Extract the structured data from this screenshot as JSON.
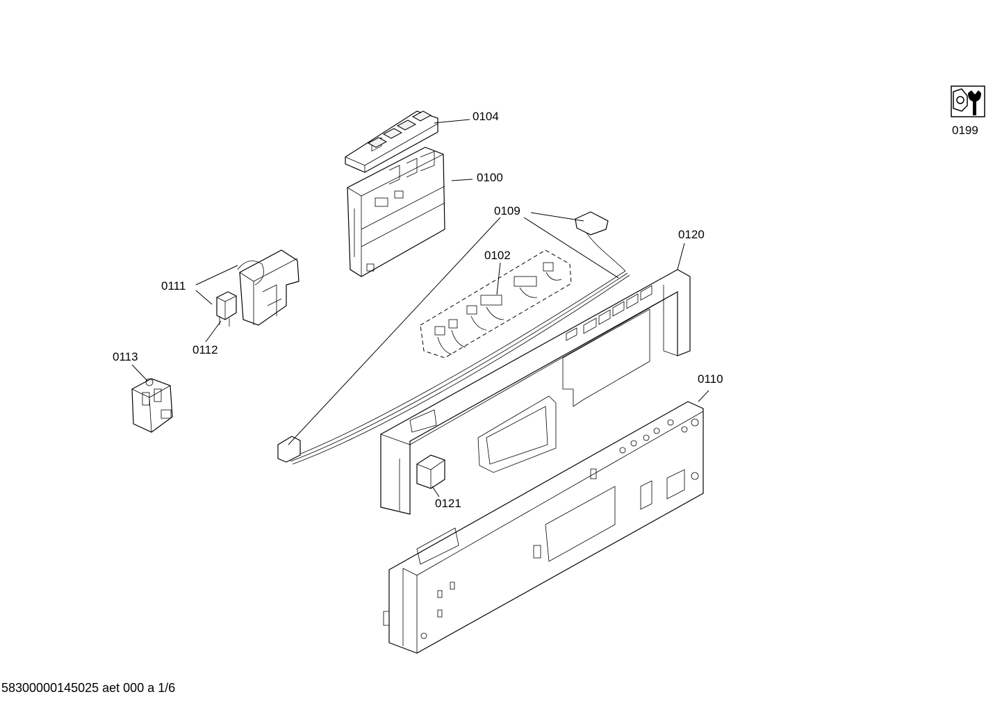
{
  "parts": {
    "p0104": "0104",
    "p0100": "0100",
    "p0109": "0109",
    "p0102": "0102",
    "p0120": "0120",
    "p0111": "0111",
    "p0112": "0112",
    "p0113": "0113",
    "p0110": "0110",
    "p0121": "0121",
    "p0199": "0199"
  },
  "footer": "58300000145025 aet 000 a 1/6",
  "icons": {
    "service": "wrench-nut-icon"
  }
}
